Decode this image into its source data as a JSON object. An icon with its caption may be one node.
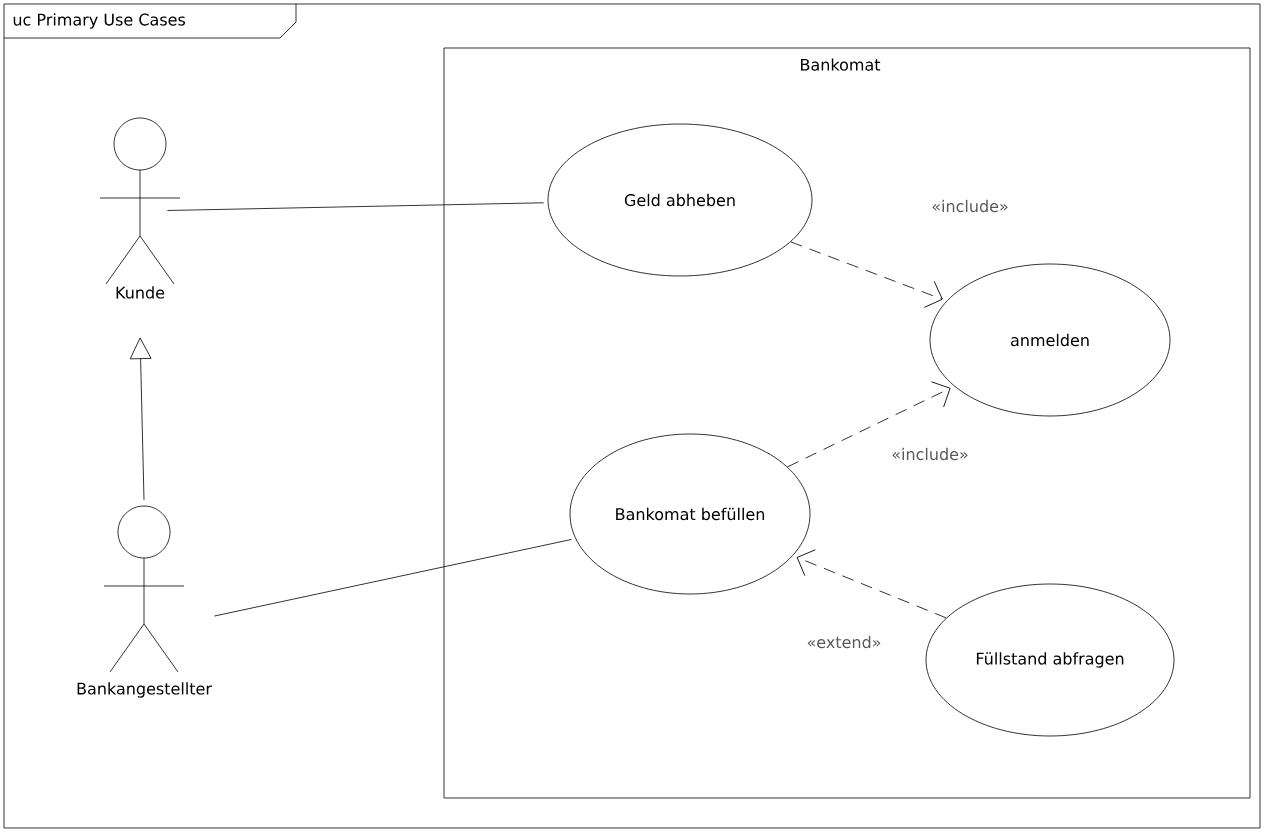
{
  "diagram": {
    "nodes": [
      {
        "text": [
          "uc Primary Use Cases"
        ]
      },
      {
        "text": [
          "Bankomat"
        ],
        "in": 0
      },
      {
        "text": [
          "Kunde"
        ],
        "in": 0
      },
      {
        "text": [
          "Bankangestellter"
        ],
        "in": 0
      },
      {
        "text": [
          "Geld abheben"
        ],
        "in": 1
      },
      {
        "text": [
          "anmelden"
        ],
        "in": 1
      },
      {
        "text": [
          "Bankomat befüllen"
        ],
        "in": 1
      },
      {
        "text": [
          "Füllstand abfragen"
        ],
        "in": 1
      }
    ],
    "edges": [
      {
        "from": 2,
        "to": 4,
        "arrow": "none"
      },
      {
        "from": 4,
        "to": 5,
        "arrow": "to",
        "style": "dashed",
        "label": "«include»"
      },
      {
        "from": 3,
        "to": 2,
        "arrow": "to"
      },
      {
        "from": 6,
        "to": 5,
        "arrow": "to",
        "style": "dashed",
        "label": "«include»"
      },
      {
        "from": 3,
        "to": 6,
        "arrow": "none"
      },
      {
        "from": 7,
        "to": 6,
        "arrow": "to",
        "style": "dashed",
        "label": "«extend»"
      }
    ]
  }
}
